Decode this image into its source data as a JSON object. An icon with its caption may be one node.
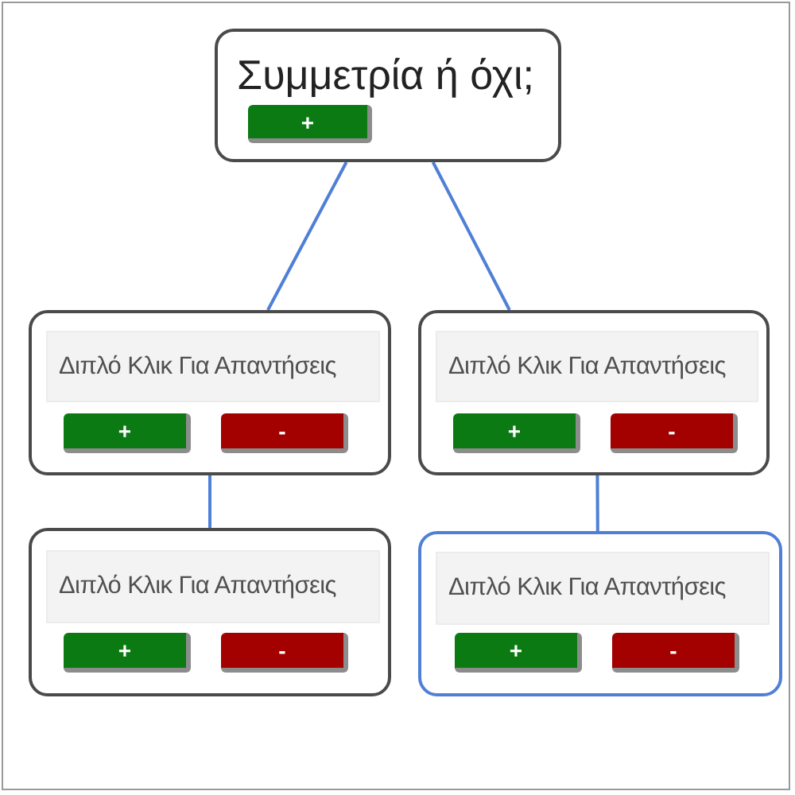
{
  "diagram": {
    "nodes": [
      {
        "text": [
          "Συμμετρία ή όχι;",
          "+"
        ]
      },
      {
        "text": [
          "Διπλό Κλικ Για Απαντήσεις",
          "+",
          "-"
        ]
      },
      {
        "text": [
          "Διπλό Κλικ Για Απαντήσεις",
          "+",
          "-"
        ]
      },
      {
        "text": [
          "Διπλό Κλικ Για Απαντήσεις",
          "+",
          "-"
        ]
      },
      {
        "text": [
          "Διπλό Κλικ Για Απαντήσεις",
          "+",
          "-"
        ]
      }
    ],
    "edges": [
      {
        "from": 0,
        "to": 1,
        "arrow": "none"
      },
      {
        "from": 0,
        "to": 2,
        "arrow": "none"
      },
      {
        "from": 1,
        "to": 3,
        "arrow": "none"
      },
      {
        "from": 2,
        "to": 4,
        "arrow": "none"
      }
    ]
  }
}
